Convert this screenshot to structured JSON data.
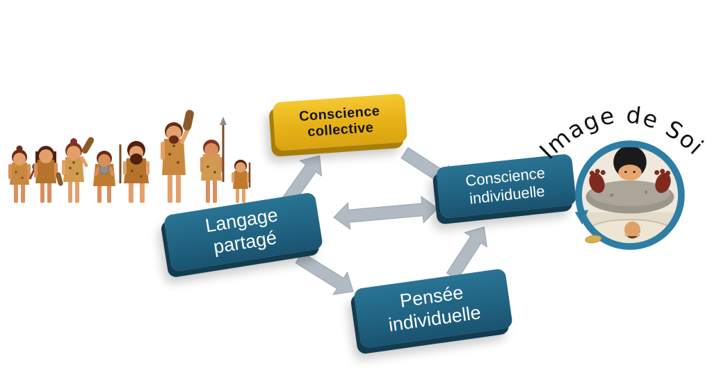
{
  "slide": {
    "background": "#ffffff",
    "nodes": [
      {
        "id": "conscience-collective",
        "line1": "Conscience",
        "line2": "collective",
        "fill": "#E6B016",
        "text_color": "#151515"
      },
      {
        "id": "langage-partage",
        "line1": "Langage",
        "line2": "partagé",
        "fill": "#1E5E7D",
        "text_color": "#ffffff"
      },
      {
        "id": "conscience-individuelle",
        "line1": "Conscience",
        "line2": "individuelle",
        "fill": "#1E5E7D",
        "text_color": "#ffffff"
      },
      {
        "id": "pensee-individuelle",
        "line1": "Pensée",
        "line2": "individuelle",
        "fill": "#1E5E7D",
        "text_color": "#ffffff"
      }
    ],
    "connections": [
      {
        "from": "langage-partage",
        "to": "conscience-collective",
        "style": "block-arrow"
      },
      {
        "from": "conscience-collective",
        "to": "conscience-individuelle",
        "style": "block-arrow"
      },
      {
        "from": "langage-partage",
        "to": "conscience-individuelle",
        "style": "double-block-arrow"
      },
      {
        "from": "pensee-individuelle",
        "to": "conscience-individuelle",
        "style": "block-arrow"
      },
      {
        "from": "langage-partage",
        "to": "pensee-individuelle",
        "style": "block-arrow"
      }
    ],
    "annotation": {
      "text": "Image de Soi"
    },
    "illustrations": [
      {
        "icon": "cavemen-illustration",
        "description": "row of prehistoric humans with clubs and spears"
      },
      {
        "icon": "self-reflection-illustration",
        "description": "person leaning over a rock looking at reflection in water, inside teal ring"
      }
    ],
    "colors": {
      "arrow": "#B2BBC3",
      "arrow_outline": "#98A2AB",
      "ring": "#2E7EA3",
      "collective_box": "#E6B016",
      "collective_box_edge": "#A87E08",
      "teal_box": "#1E5E7D",
      "teal_box_edge": "#123C50",
      "annotation_text": "#101010"
    }
  }
}
